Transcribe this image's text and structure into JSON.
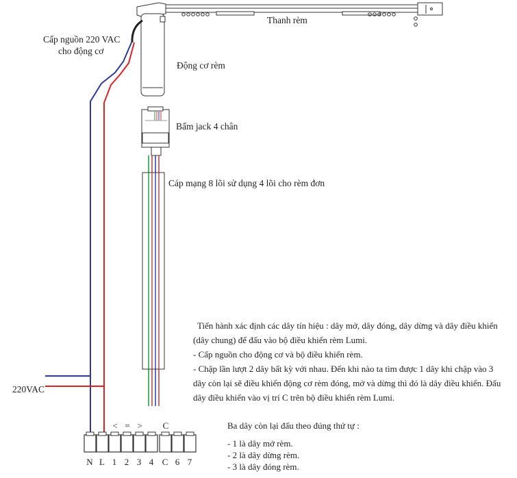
{
  "labels": {
    "rail": "Thanh rèm",
    "power_cable_line1": "Cấp nguồn 220 VAC",
    "power_cable_line2": "cho động cơ",
    "motor": "Động cơ rèm",
    "jack": "Bấm jack 4 chân",
    "cable": "Cáp mạng 8 lõi sử dụng 4 lõi cho rèm đơn",
    "vac": "220VAC"
  },
  "instructions": [
    "Tiến hành xác định các dây tín hiệu : dây mở, dây đóng, dây dừng và dây điều khiển (dây chung) để đấu vào bộ điều khiển rèm Lumi.",
    "- Cấp nguồn cho động cơ và bộ điều khiển rèm.",
    "- Chập lần lượt 2 dây bất kỳ với nhau. Đến khi nào ta tìm được 1 dây khi chập vào 3 dây còn lại sẽ điều khiển động cơ rèm đóng, mở và dừng thì đó là dây điều khiển. Đấu dây điều khiển vào vị trí C trên bộ điều khiển rèm Lumi."
  ],
  "order_title": "Ba dây còn lại đấu theo đúng thứ tự :",
  "order_items": [
    "- 1 là dây mở rèm.",
    "- 2 là dây dừng rèm.",
    "- 3 là dây đóng rèm."
  ],
  "terminal_labels": [
    "N",
    "L",
    "1",
    "2",
    "3",
    "4",
    "C",
    "6",
    "7"
  ],
  "terminal_symbols": [
    "<",
    "=",
    ">",
    "C"
  ],
  "colors": {
    "neutral_wire": "#2b3a9a",
    "live_wire": "#e02020",
    "signal_green": "#1a9a3a",
    "signal_red": "#d83030",
    "signal_blue": "#2b3a9a",
    "outline": "#333333"
  }
}
